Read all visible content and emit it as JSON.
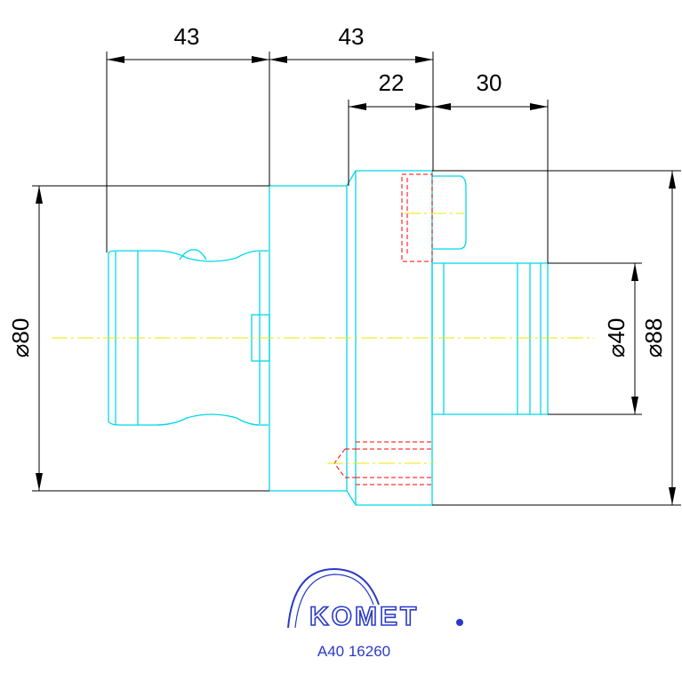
{
  "dimensions": {
    "shank_length": "43",
    "collar_length": "43",
    "flange_length": "22",
    "bore_depth": "30",
    "shank_diameter": "⌀80",
    "bore_diameter": "⌀40",
    "flange_diameter": "⌀88"
  },
  "logo": {
    "brand": "KOMET",
    "registered_mark": "®"
  },
  "part_number": "A40 16260",
  "colors": {
    "outline": "#00d8e8",
    "hidden_lines": "#ff0000",
    "center_lines": "#e8e800",
    "dimension_lines": "#000000",
    "logo": "#2a3ac8"
  }
}
